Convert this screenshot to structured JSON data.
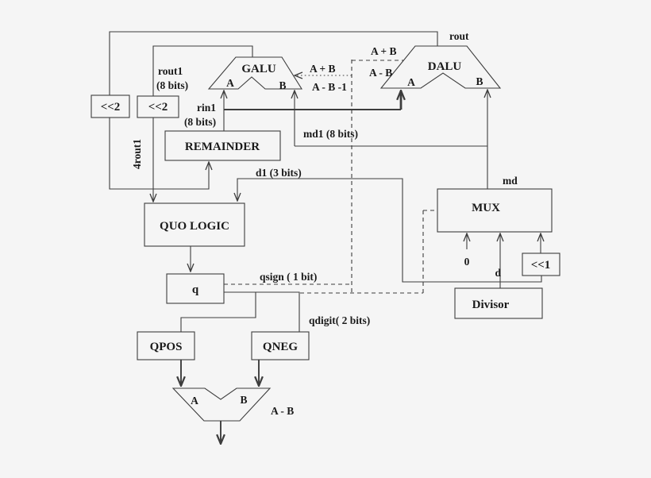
{
  "diagram": {
    "background_color": "#f5f5f5",
    "line_color": "#3d3d3d",
    "text_color": "#1a1a1a",
    "blocks": {
      "shl2_left": "<<2",
      "shl2_right": "<<2",
      "remainder": "REMAINDER",
      "quo_logic": "QUO LOGIC",
      "q_reg": "q",
      "qpos": "QPOS",
      "qneg": "QNEG",
      "mux": "MUX",
      "divisor": "Divisor",
      "shl1": "<<1"
    },
    "alu": {
      "galu": {
        "title": "GALU",
        "in_a": "A",
        "in_b": "B"
      },
      "dalu": {
        "title": "DALU",
        "in_a": "A",
        "in_b": "B"
      },
      "sub": {
        "in_a": "A",
        "in_b": "B"
      }
    },
    "labels": {
      "rout": "rout",
      "rout1": "rout1",
      "rout1_bits": "(8 bits)",
      "rin1": "rin1",
      "rin1_bits": "(8 bits)",
      "four_rout1": "4rout1",
      "md1": "md1 (8 bits)",
      "d1": "d1 (3 bits)",
      "md": "md",
      "d": "d",
      "zero": "0",
      "qsign": "qsign ( 1 bit)",
      "qdigit": "qdigit( 2 bits)",
      "galu_op1": "A + B",
      "galu_op2": "A - B -1",
      "dalu_op1": "A + B",
      "dalu_op2": "A - B",
      "sub_op": "A - B"
    }
  }
}
